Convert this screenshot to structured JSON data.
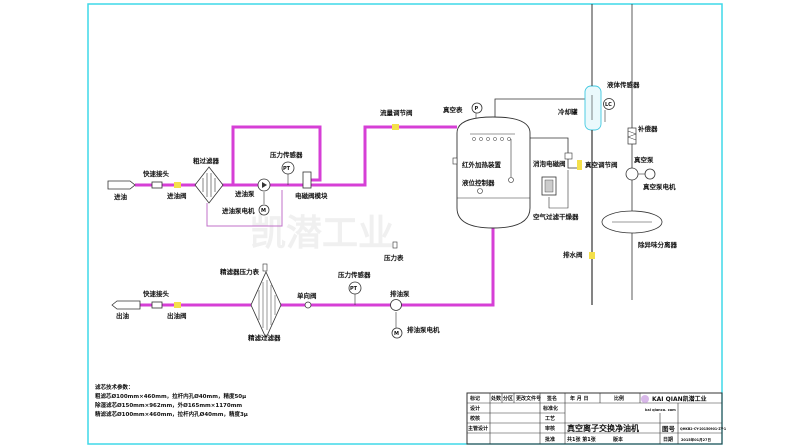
{
  "colors": {
    "oil_pipe": "#d63fd6",
    "return_pipe": "#c070c8",
    "frame": "#3fd8e8",
    "valve": "#f4e04a",
    "line": "#333333"
  },
  "labels": {
    "inlet": "进油",
    "quick_coupler_in": "快速接头",
    "inlet_valve": "进油阀",
    "coarse_filter": "粗过滤器",
    "inlet_pump": "进油泵",
    "inlet_pump_motor": "进油泵电机",
    "pressure_sensor_1": "压力传感器",
    "solenoid_module": "电磁阀模块",
    "flow_valve": "流量调节阀",
    "vacuum_gauge": "真空表",
    "infrared_heater": "红外加热装置",
    "level_controller": "液位控制器",
    "foam_valve": "消泡电磁阀",
    "vacuum_regulating_valve": "真空调节阀",
    "air_filter_dryer": "空气过滤干燥器",
    "condenser": "冷却罐",
    "liquid_sensor": "液体传感器",
    "compensator": "补偿器",
    "vacuum_pump": "真空泵",
    "vacuum_pump_motor": "真空泵电机",
    "separator": "除异味分离器",
    "drain_valve": "排水阀",
    "pressure_gauge": "压力表",
    "outlet": "出油",
    "quick_coupler_out": "快速接头",
    "outlet_valve": "出油阀",
    "fine_filter_gauge": "精滤器压力表",
    "fine_filter": "精滤过滤器",
    "check_valve": "单向阀",
    "pressure_sensor_2": "压力传感器",
    "discharge_pump": "排油泵",
    "discharge_pump_motor": "排油泵电机",
    "pt": "PT",
    "lc": "LC",
    "p": "P",
    "m": "M"
  },
  "notes": {
    "title": "滤芯技术参数：",
    "lines": [
      "粗滤芯Ø100mm×460mm，拉杆内孔Ø40mm，精度50μ",
      "除湿滤芯Ø150mm×962mm，外Ø165mm×1170mm",
      "精滤滤芯Ø100mm×460mm，拉杆内孔Ø40mm，精度3μ"
    ]
  },
  "watermark": "凯潜工业",
  "title_block": {
    "headers": [
      "标记",
      "处数",
      "分区",
      "更改文件号",
      "签名",
      "年 月 日",
      "比例"
    ],
    "rows": [
      [
        "设计",
        "标准化"
      ],
      [
        "校核",
        "工艺"
      ],
      [
        "主管设计",
        "审核"
      ],
      [
        "",
        "批准"
      ]
    ],
    "drawing_title": "真空离子交换净油机",
    "drawing_no_label": "图号",
    "drawing_no": "QHKB2-CY-20150901-ZY-1",
    "company": "KAI QIAN凯潜工业",
    "company_url": "kai qianco. com",
    "sheets": "共1张 第1张",
    "version": "版本",
    "date_label": "日期",
    "date": "2015年01月27日"
  }
}
